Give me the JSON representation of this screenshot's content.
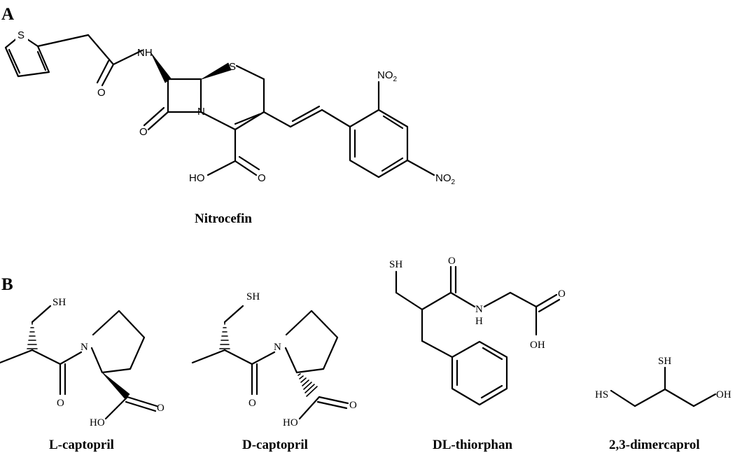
{
  "panels": {
    "a": "A",
    "b": "B"
  },
  "compounds": {
    "nitrocefin": "Nitrocefin",
    "l_captopril": "L-captopril",
    "d_captopril": "D-captopril",
    "dl_thiorphan": "DL-thiorphan",
    "dimercaprol": "2,3-dimercaprol"
  },
  "atoms": {
    "S": "S",
    "N": "N",
    "NH": "NH",
    "N_letter": "N",
    "H_letter": "H",
    "O": "O",
    "OH": "OH",
    "HO": "HO",
    "SH": "SH",
    "HS": "HS",
    "NO": "NO",
    "sub2": "2"
  }
}
